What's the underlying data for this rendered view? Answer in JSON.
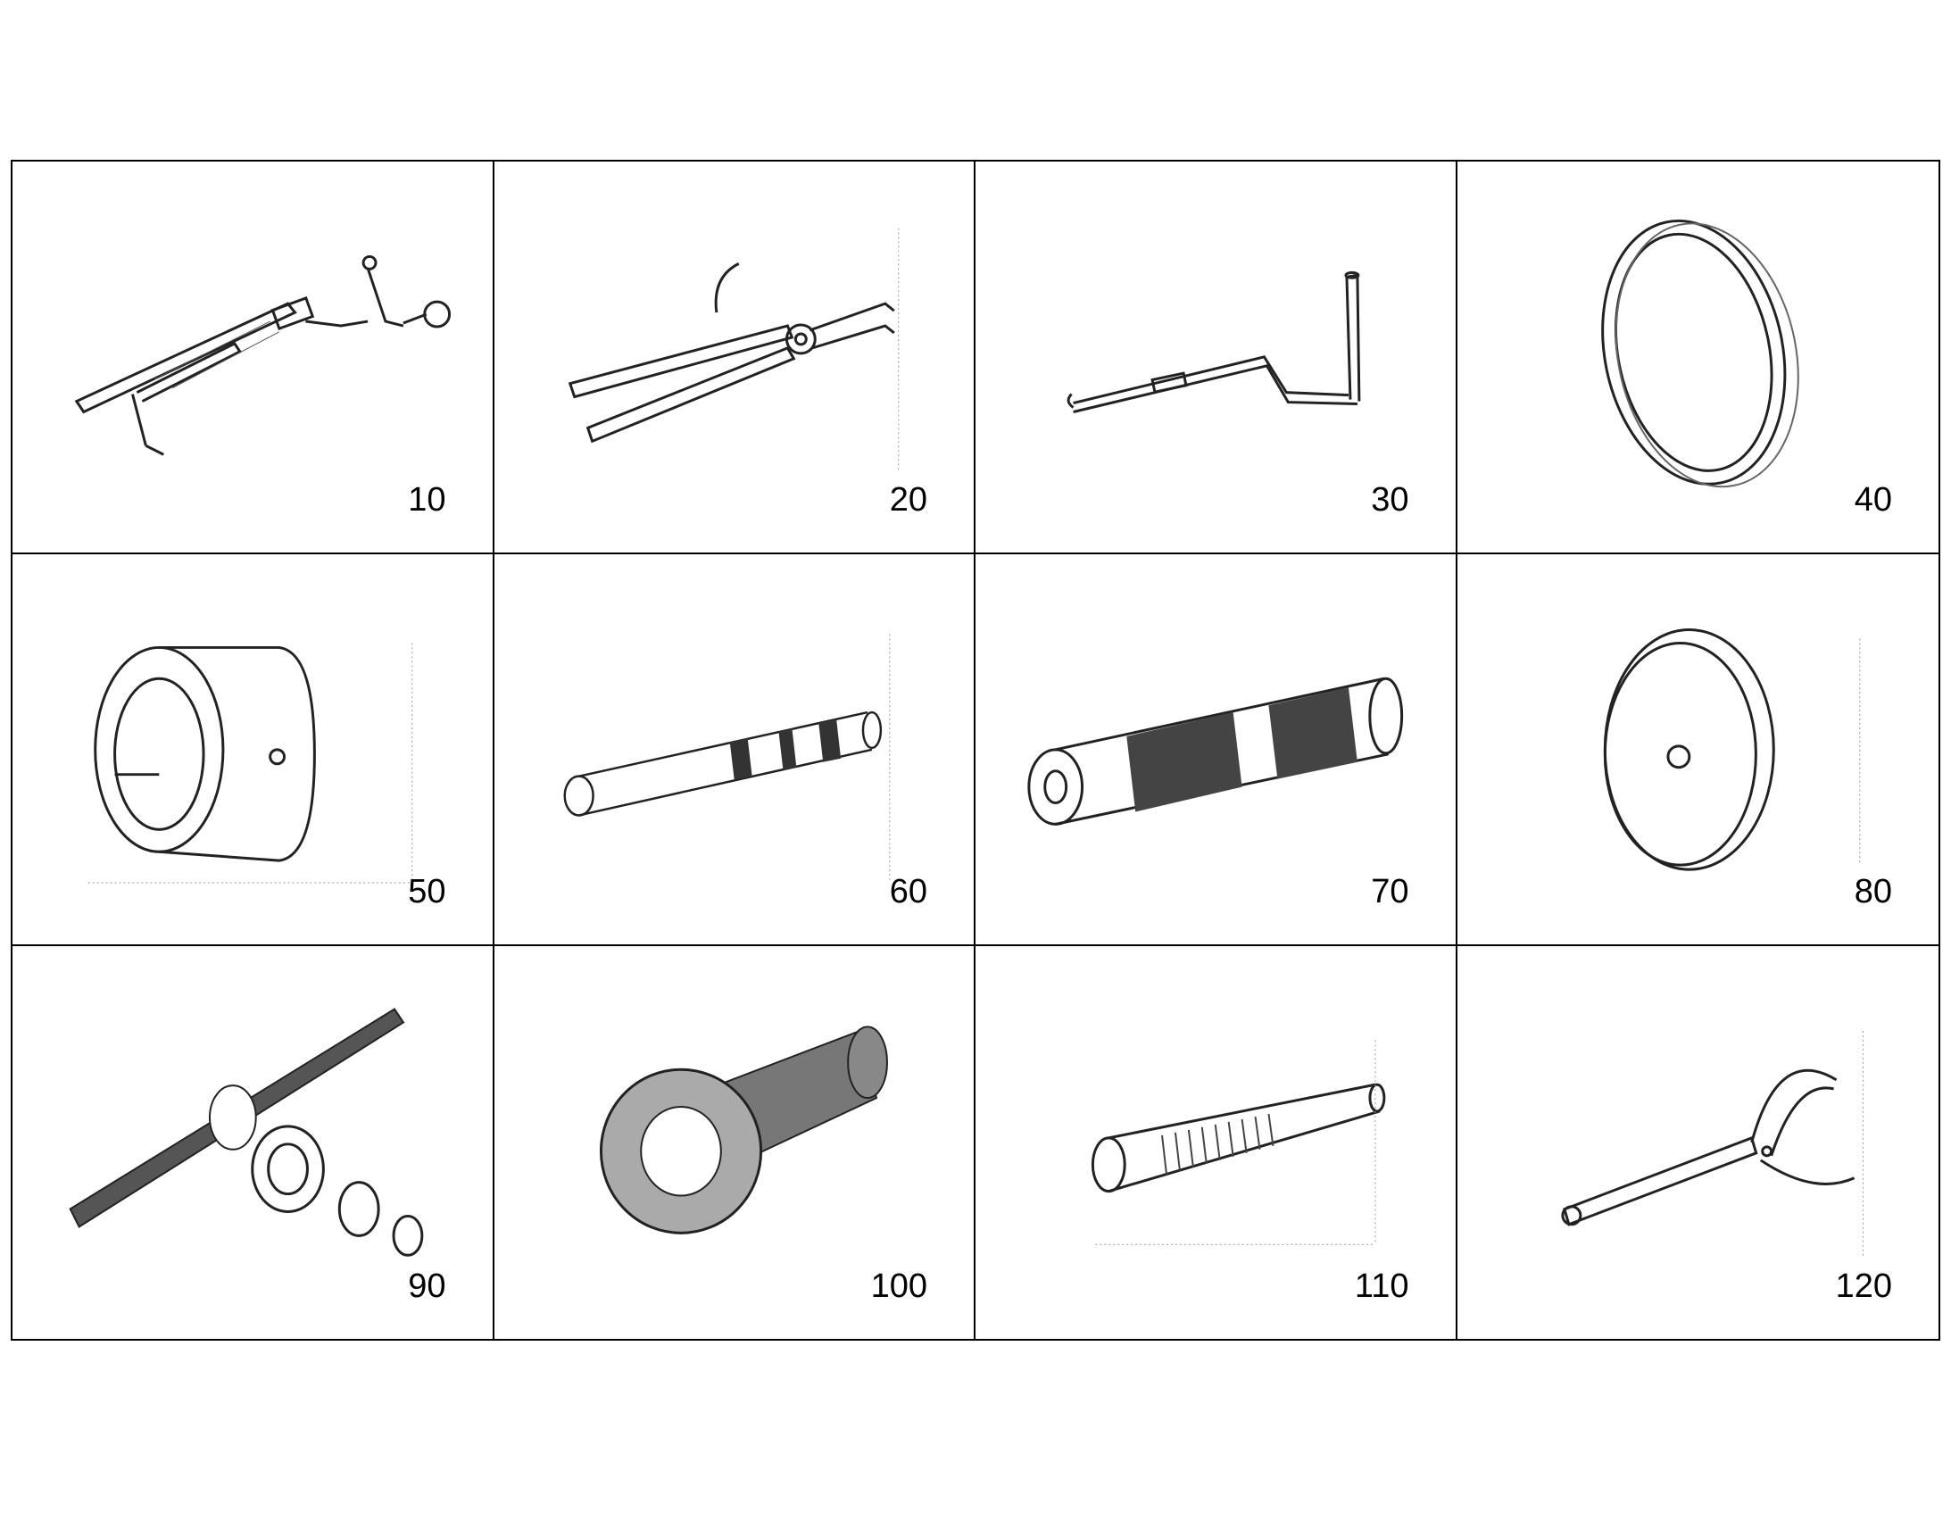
{
  "parts": [
    {
      "label": "10",
      "icon": "caliper-gauge-tool-icon"
    },
    {
      "label": "20",
      "icon": "snap-ring-pliers-icon"
    },
    {
      "label": "30",
      "icon": "bent-hook-rod-icon"
    },
    {
      "label": "40",
      "icon": "ring-icon"
    },
    {
      "label": "50",
      "icon": "splined-sleeve-icon"
    },
    {
      "label": "60",
      "icon": "stepped-shaft-icon"
    },
    {
      "label": "70",
      "icon": "knurled-mandrel-icon"
    },
    {
      "label": "80",
      "icon": "disc-wheel-icon"
    },
    {
      "label": "90",
      "icon": "bar-puller-adapters-icon"
    },
    {
      "label": "100",
      "icon": "slotted-socket-shaft-icon"
    },
    {
      "label": "110",
      "icon": "threaded-bolt-icon"
    },
    {
      "label": "120",
      "icon": "hook-spanner-wrench-icon"
    }
  ]
}
